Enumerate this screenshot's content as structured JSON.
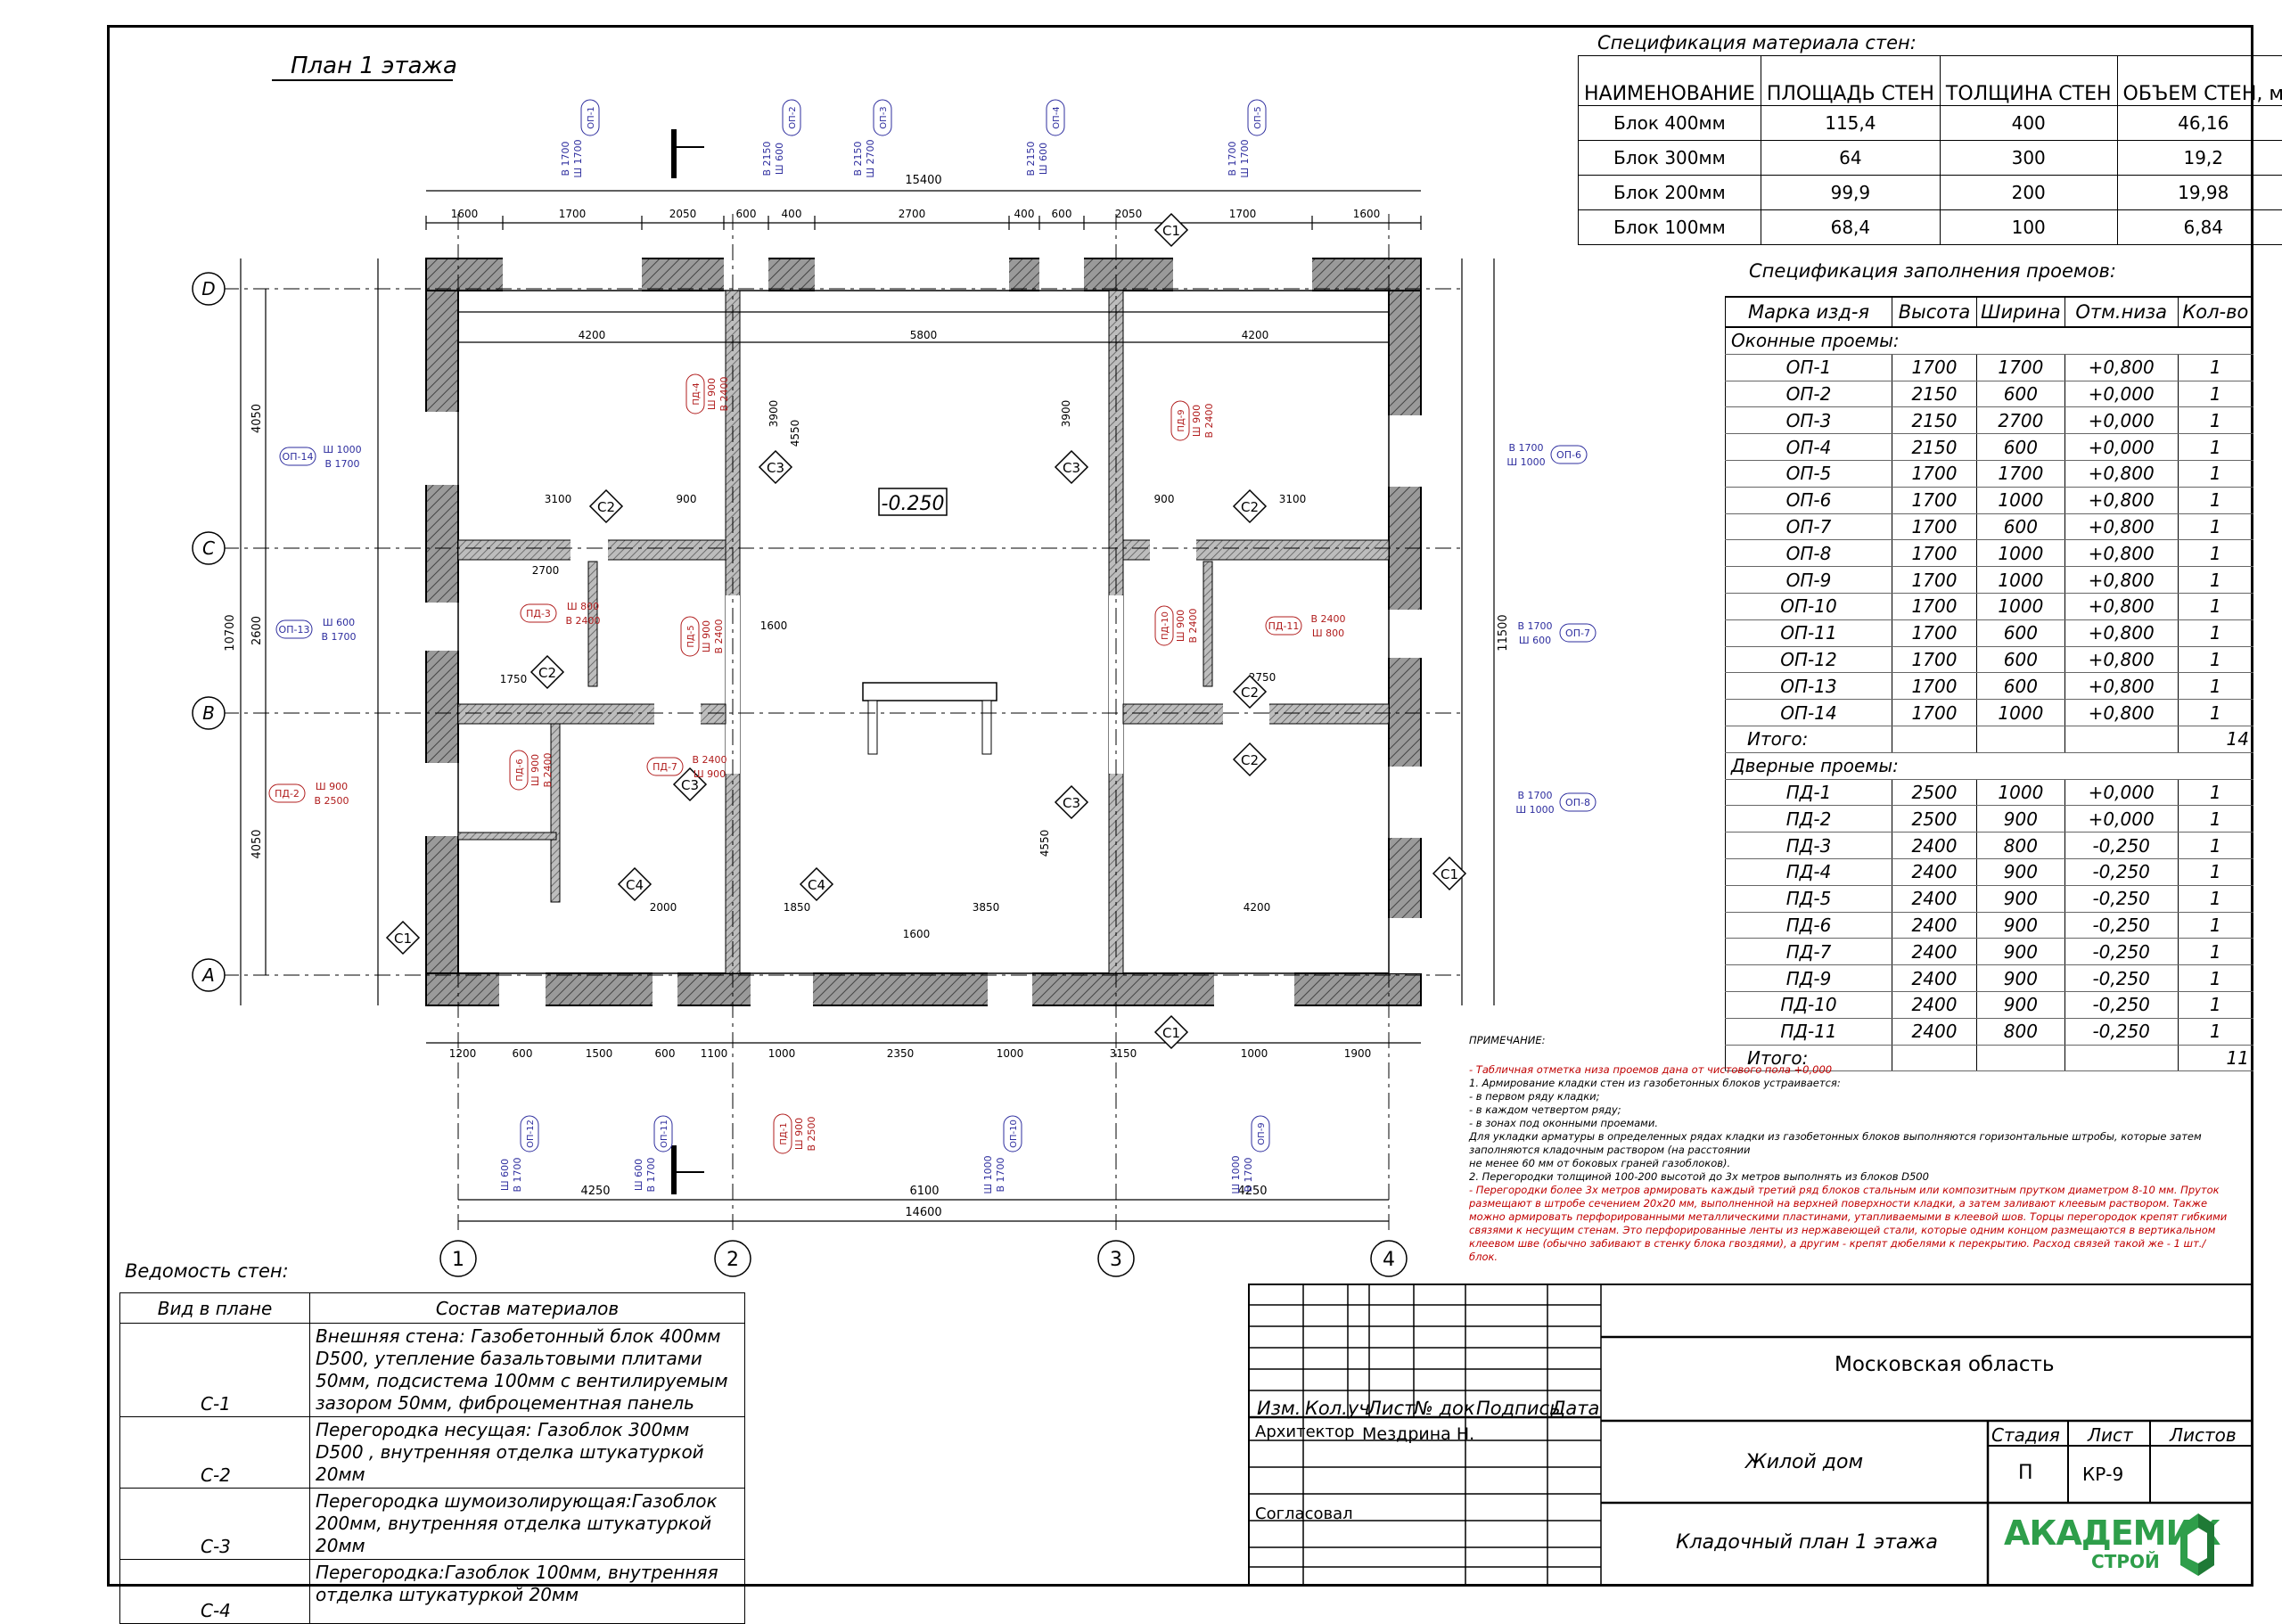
{
  "plan": {
    "title": "План 1 этажа",
    "level_mark": "-0.250",
    "axes_letters": [
      "D",
      "C",
      "B",
      "A"
    ],
    "axes_numbers": [
      "1",
      "2",
      "3",
      "4"
    ],
    "overall_dims": {
      "top": "15400",
      "bottom_total": "14600",
      "left": "10700",
      "right": "11500"
    },
    "bottom_spans": [
      "4250",
      "6100",
      "4250"
    ],
    "left_spans": [
      "4050",
      "2600",
      "4050"
    ],
    "top_chain": [
      "1600",
      "1700",
      "2050",
      "600",
      "400",
      "2700",
      "400",
      "600",
      "2050",
      "1700",
      "1600"
    ],
    "bottom_chain": [
      "1200",
      "600",
      "1500",
      "600",
      "1100",
      "1000",
      "2350",
      "1000",
      "3150",
      "1000",
      "1900"
    ],
    "room_dims": [
      "4200",
      "5800",
      "4200",
      "3100",
      "3100",
      "2700",
      "2750",
      "1750",
      "900",
      "900",
      "3900",
      "4550",
      "3900",
      "4550",
      "2000",
      "1850",
      "3850",
      "4200",
      "1600",
      "1600"
    ],
    "section_marks": [
      "C1",
      "C2",
      "C3",
      "C4"
    ],
    "openings_ext": [
      {
        "id": "ОП-1",
        "a": "В 1700",
        "b": "Ш 1700"
      },
      {
        "id": "ОП-2",
        "a": "В 2150",
        "b": "Ш 600"
      },
      {
        "id": "ОП-3",
        "a": "В 2150",
        "b": "Ш 2700"
      },
      {
        "id": "ОП-4",
        "a": "В 2150",
        "b": "Ш 600"
      },
      {
        "id": "ОП-5",
        "a": "В 1700",
        "b": "Ш 1700"
      },
      {
        "id": "ОП-6",
        "a": "В 1700",
        "b": "Ш 1000"
      },
      {
        "id": "ОП-7",
        "a": "В 1700",
        "b": "Ш 600"
      },
      {
        "id": "ОП-8",
        "a": "В 1700",
        "b": "Ш 1000"
      },
      {
        "id": "ОП-9",
        "a": "Ш 1000",
        "b": "В 1700"
      },
      {
        "id": "ОП-10",
        "a": "Ш 1000",
        "b": "В 1700"
      },
      {
        "id": "ОП-11",
        "a": "Ш 600",
        "b": "В 1700"
      },
      {
        "id": "ОП-12",
        "a": "Ш 600",
        "b": "В 1700"
      },
      {
        "id": "ОП-13",
        "a": "Ш 600",
        "b": "В 1700"
      },
      {
        "id": "ОП-14",
        "a": "Ш 1000",
        "b": "В 1700"
      }
    ],
    "doors": [
      {
        "id": "ПД-1",
        "a": "Ш 900",
        "b": "В 2500"
      },
      {
        "id": "ПД-2",
        "a": "Ш 900",
        "b": "В 2500"
      },
      {
        "id": "ПД-3",
        "a": "Ш 800",
        "b": "В 2400"
      },
      {
        "id": "ПД-4",
        "a": "Ш 900",
        "b": "В 2400"
      },
      {
        "id": "ПД-5",
        "a": "Ш 900",
        "b": "В 2400"
      },
      {
        "id": "ПД-6",
        "a": "Ш 900",
        "b": "В 2400"
      },
      {
        "id": "ПД-7",
        "a": "В 2400",
        "b": "Ш 900"
      },
      {
        "id": "ПД-9",
        "a": "Ш 900",
        "b": "В 2400"
      },
      {
        "id": "ПД-10",
        "a": "Ш 900",
        "b": "В 2400"
      },
      {
        "id": "ПД-11",
        "a": "В 2400",
        "b": "Ш 800"
      }
    ]
  },
  "wall_spec": {
    "title": "Спецификация материала стен:",
    "headers": [
      "НАИМЕНОВАНИЕ",
      "ПЛОЩАДЬ СТЕН",
      "ТОЛЩИНА СТЕН",
      "ОБЪЕМ СТЕН, м"
    ],
    "rows": [
      [
        "Блок 400мм",
        "115,4",
        "400",
        "46,16"
      ],
      [
        "Блок 300мм",
        "64",
        "300",
        "19,2"
      ],
      [
        "Блок 200мм",
        "99,9",
        "200",
        "19,98"
      ],
      [
        "Блок 100мм",
        "68,4",
        "100",
        "6,84"
      ]
    ]
  },
  "opening_spec": {
    "title": "Спецификация заполнения проемов:",
    "headers": [
      "Марка изд-я",
      "Высота",
      "Ширина",
      "Отм.низа",
      "Кол-во"
    ],
    "windows_label": "Оконные проемы:",
    "windows": [
      [
        "ОП-1",
        "1700",
        "1700",
        "+0,800",
        "1"
      ],
      [
        "ОП-2",
        "2150",
        "600",
        "+0,000",
        "1"
      ],
      [
        "ОП-3",
        "2150",
        "2700",
        "+0,000",
        "1"
      ],
      [
        "ОП-4",
        "2150",
        "600",
        "+0,000",
        "1"
      ],
      [
        "ОП-5",
        "1700",
        "1700",
        "+0,800",
        "1"
      ],
      [
        "ОП-6",
        "1700",
        "1000",
        "+0,800",
        "1"
      ],
      [
        "ОП-7",
        "1700",
        "600",
        "+0,800",
        "1"
      ],
      [
        "ОП-8",
        "1700",
        "1000",
        "+0,800",
        "1"
      ],
      [
        "ОП-9",
        "1700",
        "1000",
        "+0,800",
        "1"
      ],
      [
        "ОП-10",
        "1700",
        "1000",
        "+0,800",
        "1"
      ],
      [
        "ОП-11",
        "1700",
        "600",
        "+0,800",
        "1"
      ],
      [
        "ОП-12",
        "1700",
        "600",
        "+0,800",
        "1"
      ],
      [
        "ОП-13",
        "1700",
        "600",
        "+0,800",
        "1"
      ],
      [
        "ОП-14",
        "1700",
        "1000",
        "+0,800",
        "1"
      ]
    ],
    "windows_total": [
      "Итого:",
      "",
      "",
      "",
      "14"
    ],
    "doors_label": "Дверные проемы:",
    "doors": [
      [
        "ПД-1",
        "2500",
        "1000",
        "+0,000",
        "1"
      ],
      [
        "ПД-2",
        "2500",
        "900",
        "+0,000",
        "1"
      ],
      [
        "ПД-3",
        "2400",
        "800",
        "-0,250",
        "1"
      ],
      [
        "ПД-4",
        "2400",
        "900",
        "-0,250",
        "1"
      ],
      [
        "ПД-5",
        "2400",
        "900",
        "-0,250",
        "1"
      ],
      [
        "ПД-6",
        "2400",
        "900",
        "-0,250",
        "1"
      ],
      [
        "ПД-7",
        "2400",
        "900",
        "-0,250",
        "1"
      ],
      [
        "ПД-9",
        "2400",
        "900",
        "-0,250",
        "1"
      ],
      [
        "ПД-10",
        "2400",
        "900",
        "-0,250",
        "1"
      ],
      [
        "ПД-11",
        "2400",
        "800",
        "-0,250",
        "1"
      ]
    ],
    "doors_total": [
      "Итого:",
      "",
      "",
      "",
      "11"
    ]
  },
  "walls_list": {
    "title": "Ведомость стен:",
    "headers": [
      "Вид в плане",
      "Состав материалов"
    ],
    "rows": [
      {
        "code": "С-1",
        "text": "Внешняя  стена: Газобетонный блок 400мм D500, утепление базальтовыми плитами 50мм, подсистема 100мм с вентилируемым зазором 50мм, фиброцементная панель"
      },
      {
        "code": "С-2",
        "text": "Перегородка несущая: Газоблок 300мм D500 , внутренняя отделка штукатуркой 20мм"
      },
      {
        "code": "С-3",
        "text": "Перегородка шумоизолирующая:Газоблок 200мм, внутренняя отделка штукатуркой 20мм"
      },
      {
        "code": "С-4",
        "text": "Перегородка:Газоблок 100мм, внутренняя отделка штукатуркой 20мм"
      }
    ]
  },
  "notes": {
    "title": "ПРИМЕЧАНИЕ:",
    "lines": [
      {
        "red": true,
        "text": "- Табличная отметка низа проемов дана от  чистового пола +0,000"
      },
      {
        "red": false,
        "text": "1.  Армирование кладки стен из газобетонных блоков устраивается:"
      },
      {
        "red": false,
        "text": "- в первом ряду кладки;"
      },
      {
        "red": false,
        "text": "- в каждом четвертом ряду;"
      },
      {
        "red": false,
        "text": "- в зонах под оконными проемами."
      },
      {
        "red": false,
        "text": "Для укладки арматуры в определенных рядах кладки из газобетонных блоков выполняются горизонтальные штробы, которые затем заполняются кладочным раствором (на расстоянии"
      },
      {
        "red": false,
        "text": "не менее 60 мм от боковых граней газоблоков)."
      },
      {
        "red": false,
        "text": "2. Перегородки  толщиной 100-200 высотой  до 3х метров выполнять из блоков D500"
      },
      {
        "red": true,
        "text": "- Перегородки более 3х метров армировать каждый третий ряд блоков стальным или композитным прутком диаметром 8-10 мм. Пруток размещают в штробе сечением 20х20 мм, выполненной на верхней поверхности кладки, а затем заливают клеевым раствором. Также можно армировать перфорированными металлическими пластинами, утапливаемыми в клеевой шов.  Торцы перегородок  крепят гибкими связями к несущим стенам. Это перфорированные ленты из нержавеющей стали, которые одним концом размещаются в вертикальном клеевом шве (обычно забивают в стенку блока гвоздями), а другим - крепят дюбелями к перекрытию. Расход связей такой же - 1 шт./ блок."
      }
    ]
  },
  "title_block": {
    "headers": [
      "Изм.",
      "Кол.уч",
      "Лист",
      "№ док",
      "Подпись",
      "Дата"
    ],
    "role1": "Архитектор",
    "person1": "Мездрина Н.",
    "role2": "Согласовал",
    "region": "Московская область",
    "object": "Жилой дом",
    "sheet_title": "Кладочный  план 1 этажа",
    "stage_label": "Стадия",
    "sheet_label": "Лист",
    "sheets_label": "Листов",
    "stage": "П",
    "sheet": "КР-9"
  },
  "logo": {
    "line1": "АКАДЕМИК",
    "line2": "СТРОЙ",
    "color": "#2e9e4a"
  }
}
